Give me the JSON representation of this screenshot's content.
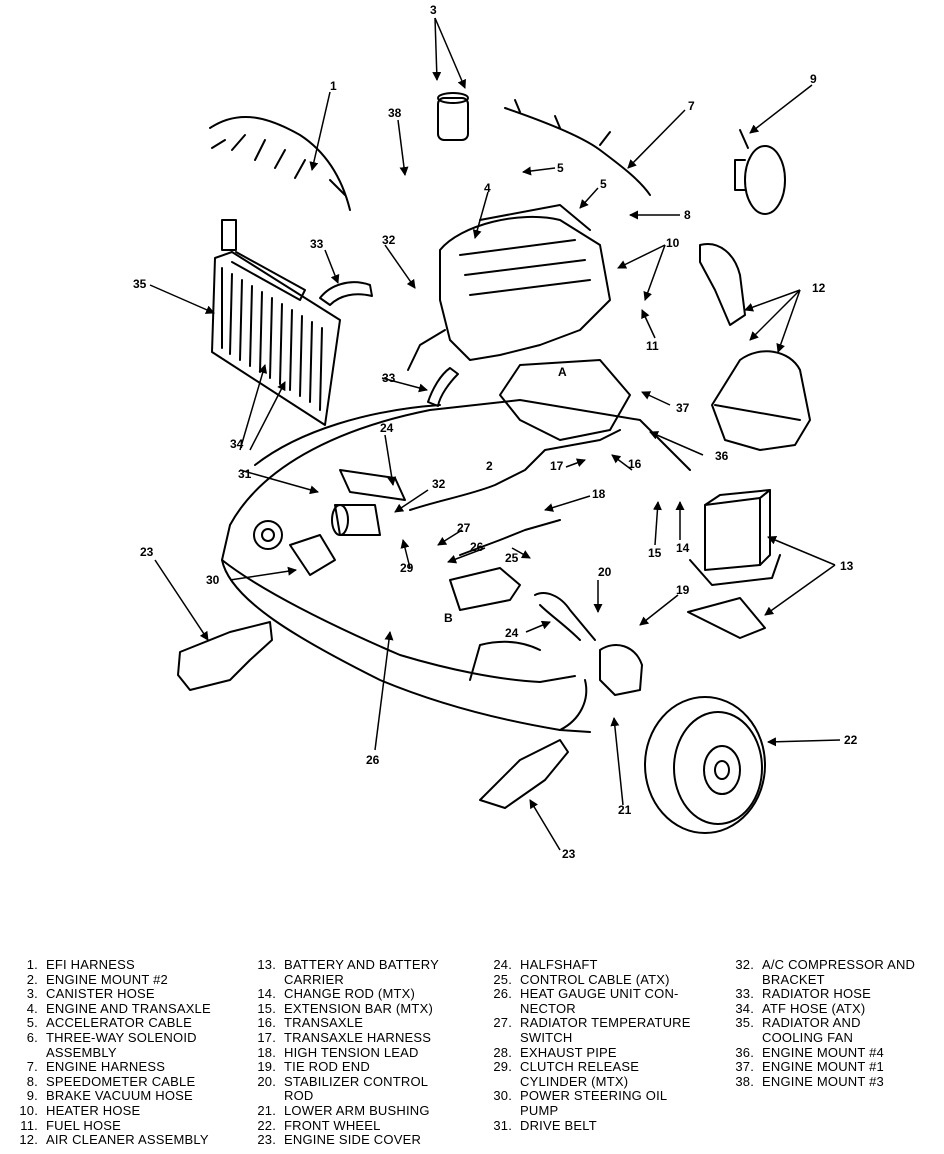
{
  "labels": {
    "l1": "1",
    "l2": "2",
    "l3": "3",
    "l4": "4",
    "l5a": "5",
    "l5b": "5",
    "l7": "7",
    "l8": "8",
    "l9": "9",
    "l10": "10",
    "l11": "11",
    "l12": "12",
    "l13": "13",
    "l14": "14",
    "l15": "15",
    "l16": "16",
    "l17": "17",
    "l18": "18",
    "l19": "19",
    "l20": "20",
    "l21": "21",
    "l22": "22",
    "l23a": "23",
    "l23b": "23",
    "l24a": "24",
    "l24b": "24",
    "l25": "25",
    "l26a": "26",
    "l26b": "26",
    "l27": "27",
    "l29": "29",
    "l30": "30",
    "l31": "31",
    "l32a": "32",
    "l32b": "32",
    "l33a": "33",
    "l33b": "33",
    "l34": "34",
    "l35": "35",
    "l36": "36",
    "l37": "37",
    "l38": "38",
    "lA": "A",
    "lB": "B"
  },
  "legend": [
    [
      {
        "num": "1.",
        "text": "EFI HARNESS"
      },
      {
        "num": "2.",
        "text": "ENGINE MOUNT #2"
      },
      {
        "num": "3.",
        "text": "CANISTER HOSE"
      },
      {
        "num": "4.",
        "text": "ENGINE AND TRANSAXLE"
      },
      {
        "num": "5.",
        "text": "ACCELERATOR CABLE"
      },
      {
        "num": "6.",
        "text": "THREE-WAY SOLENOID"
      },
      {
        "num": "",
        "text": "ASSEMBLY"
      },
      {
        "num": "7.",
        "text": "ENGINE HARNESS"
      },
      {
        "num": "8.",
        "text": "SPEEDOMETER CABLE"
      },
      {
        "num": "9.",
        "text": "BRAKE VACUUM HOSE"
      },
      {
        "num": "10.",
        "text": "HEATER HOSE"
      },
      {
        "num": "11.",
        "text": "FUEL HOSE"
      },
      {
        "num": "12.",
        "text": "AIR CLEANER ASSEMBLY"
      }
    ],
    [
      {
        "num": "13.",
        "text": "BATTERY AND BATTERY"
      },
      {
        "num": "",
        "text": "CARRIER"
      },
      {
        "num": "14.",
        "text": "CHANGE ROD (MTX)"
      },
      {
        "num": "15.",
        "text": "EXTENSION BAR (MTX)"
      },
      {
        "num": "16.",
        "text": "TRANSAXLE"
      },
      {
        "num": "17.",
        "text": "TRANSAXLE HARNESS"
      },
      {
        "num": "18.",
        "text": "HIGH TENSION LEAD"
      },
      {
        "num": "19.",
        "text": "TIE ROD END"
      },
      {
        "num": "20.",
        "text": "STABILIZER CONTROL"
      },
      {
        "num": "",
        "text": "ROD"
      },
      {
        "num": "21.",
        "text": "LOWER ARM BUSHING"
      },
      {
        "num": "22.",
        "text": "FRONT WHEEL"
      },
      {
        "num": "23.",
        "text": "ENGINE SIDE COVER"
      }
    ],
    [
      {
        "num": "24.",
        "text": "HALFSHAFT"
      },
      {
        "num": "25.",
        "text": "CONTROL CABLE (ATX)"
      },
      {
        "num": "26.",
        "text": "HEAT GAUGE UNIT CON-"
      },
      {
        "num": "",
        "text": "NECTOR"
      },
      {
        "num": "27.",
        "text": "RADIATOR TEMPERATURE"
      },
      {
        "num": "",
        "text": "SWITCH"
      },
      {
        "num": "28.",
        "text": "EXHAUST PIPE"
      },
      {
        "num": "29.",
        "text": "CLUTCH RELEASE"
      },
      {
        "num": "",
        "text": "CYLINDER (MTX)"
      },
      {
        "num": "30.",
        "text": "POWER STEERING OIL"
      },
      {
        "num": "",
        "text": "PUMP"
      },
      {
        "num": "31.",
        "text": "DRIVE BELT"
      }
    ],
    [
      {
        "num": "32.",
        "text": "A/C COMPRESSOR AND"
      },
      {
        "num": "",
        "text": "BRACKET"
      },
      {
        "num": "33.",
        "text": "RADIATOR HOSE"
      },
      {
        "num": "34.",
        "text": "ATF HOSE (ATX)"
      },
      {
        "num": "35.",
        "text": "RADIATOR AND"
      },
      {
        "num": "",
        "text": "COOLING FAN"
      },
      {
        "num": "36.",
        "text": "ENGINE MOUNT #4"
      },
      {
        "num": "37.",
        "text": "ENGINE MOUNT #1"
      },
      {
        "num": "38.",
        "text": "ENGINE MOUNT #3"
      }
    ]
  ]
}
